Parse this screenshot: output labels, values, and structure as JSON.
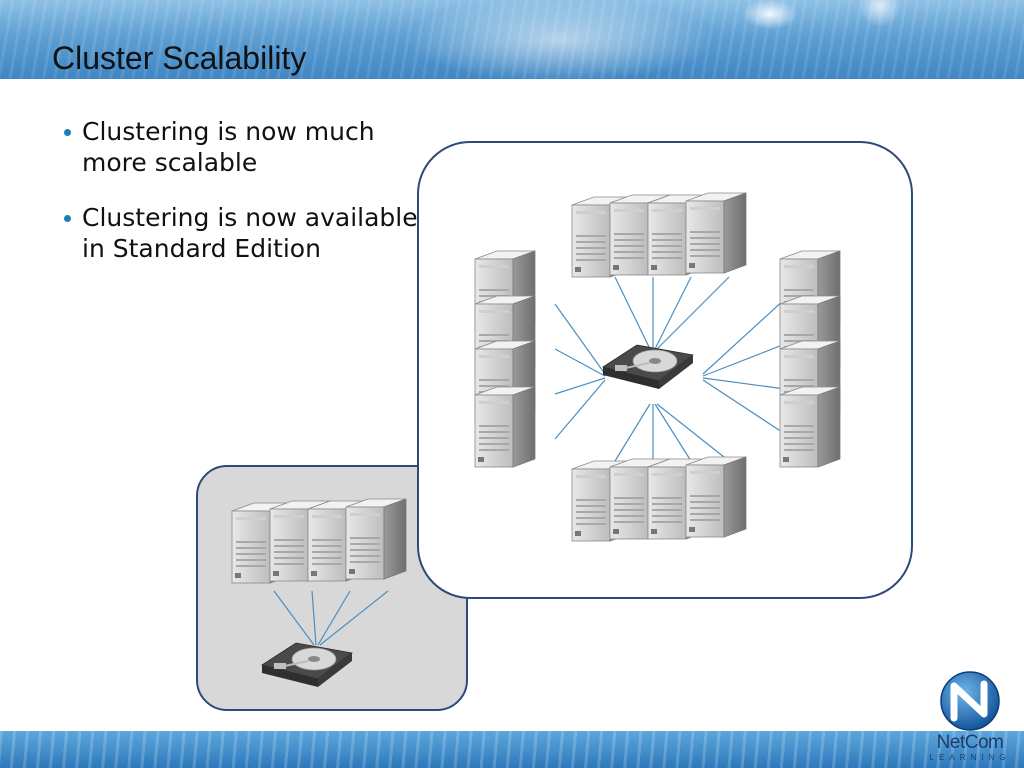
{
  "slide": {
    "title": "Cluster Scalability",
    "bullets": [
      {
        "text": "Clustering is now much more scalable"
      },
      {
        "text": "Clustering is now available in Standard Edition"
      }
    ]
  },
  "logo": {
    "name": "NetCom",
    "tagline": "LEARNING"
  },
  "diagrams": [
    {
      "name": "small-cluster",
      "servers": 4,
      "storage": "shared disk"
    },
    {
      "name": "large-cluster",
      "servers": 16,
      "storage": "shared disk"
    }
  ],
  "colors": {
    "accent": "#1f7ab8",
    "header_blue": "#4a90cc",
    "link_line": "#4a8fc0",
    "panel_border": "#2e4a78"
  }
}
